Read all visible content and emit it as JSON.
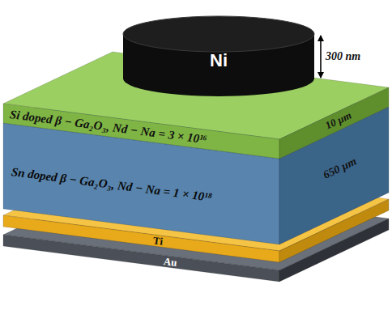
{
  "diagram": {
    "nodes": [
      {
        "text": [
          "Ni"
        ]
      },
      {
        "text": [
          "Si doped β − Ga₂O₃, Nd − Na = 3 × 10¹⁶"
        ]
      },
      {
        "text": [
          "Sn doped β − Ga₂O₃, Nd − Na = 1 × 10¹⁸"
        ]
      },
      {
        "text": [
          "Ti"
        ]
      },
      {
        "text": [
          "Au"
        ]
      }
    ],
    "labels": [
      "300 nm",
      "10 µm",
      "650 µm"
    ]
  }
}
